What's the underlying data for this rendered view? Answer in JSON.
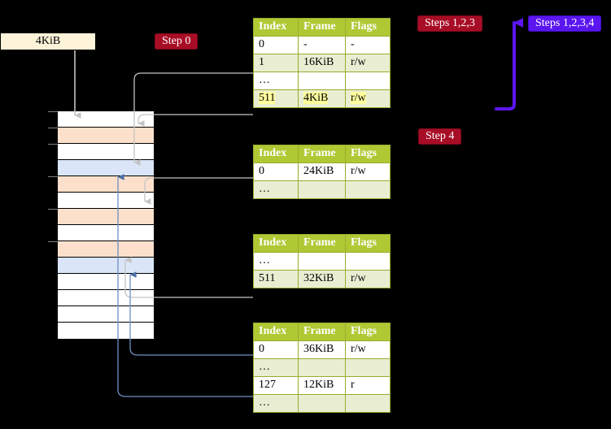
{
  "labels": {
    "kib_box": "4KiB",
    "step0": "Step 0",
    "step4": "Step 4",
    "steps123": "Steps 1,2,3",
    "steps1234": "Steps 1,2,3,4"
  },
  "colors": {
    "header_green": "#afc934",
    "row_alt": "#e9eed2",
    "highlight_yellow": "#ffff9e",
    "badge_red": "#a80d26",
    "badge_blue": "#5b16f0",
    "mem_orange": "#fce0cc",
    "mem_blue": "#dae6f7",
    "kib_box_bg": "#fdf3d8",
    "connector_gray": "#b0b0b0",
    "connector_blue": "#6f8fc0"
  },
  "table_headers": [
    "Index",
    "Frame",
    "Flags"
  ],
  "tables": [
    {
      "name": "pml4-table",
      "rows": [
        {
          "index": "0",
          "frame": "-",
          "flags": "-",
          "style": "norm",
          "hl": false
        },
        {
          "index": "1",
          "frame": "16KiB",
          "flags": "r/w",
          "style": "alt",
          "hl": false
        },
        {
          "index": "…",
          "frame": "",
          "flags": "",
          "style": "norm",
          "hl": false
        },
        {
          "index": "511",
          "frame": "4KiB",
          "flags": "r/w",
          "style": "alt",
          "hl": true
        }
      ]
    },
    {
      "name": "pdpt-table",
      "rows": [
        {
          "index": "0",
          "frame": "24KiB",
          "flags": "r/w",
          "style": "norm",
          "hl": false
        },
        {
          "index": "…",
          "frame": "",
          "flags": "",
          "style": "alt",
          "hl": false
        }
      ]
    },
    {
      "name": "pd-table",
      "rows": [
        {
          "index": "…",
          "frame": "",
          "flags": "",
          "style": "norm",
          "hl": false
        },
        {
          "index": "511",
          "frame": "32KiB",
          "flags": "r/w",
          "style": "alt",
          "hl": false
        }
      ]
    },
    {
      "name": "pt-table",
      "rows": [
        {
          "index": "0",
          "frame": "36KiB",
          "flags": "r/w",
          "style": "norm",
          "hl": false
        },
        {
          "index": "…",
          "frame": "",
          "flags": "",
          "style": "alt",
          "hl": false
        },
        {
          "index": "127",
          "frame": "12KiB",
          "flags": "r",
          "style": "norm",
          "hl": false
        },
        {
          "index": "…",
          "frame": "",
          "flags": "",
          "style": "alt",
          "hl": false
        }
      ]
    }
  ],
  "memory_rows": [
    {
      "fill": "plain",
      "tick": true
    },
    {
      "fill": "orange",
      "tick": true
    },
    {
      "fill": "plain",
      "tick": true
    },
    {
      "fill": "blueish",
      "tick": false
    },
    {
      "fill": "orange",
      "tick": true
    },
    {
      "fill": "plain",
      "tick": false
    },
    {
      "fill": "orange",
      "tick": true
    },
    {
      "fill": "plain",
      "tick": false
    },
    {
      "fill": "orange",
      "tick": true
    },
    {
      "fill": "blueish",
      "tick": false
    },
    {
      "fill": "plain",
      "tick": false
    },
    {
      "fill": "plain",
      "tick": false
    },
    {
      "fill": "plain",
      "tick": false
    },
    {
      "fill": "plain",
      "tick": false
    }
  ]
}
